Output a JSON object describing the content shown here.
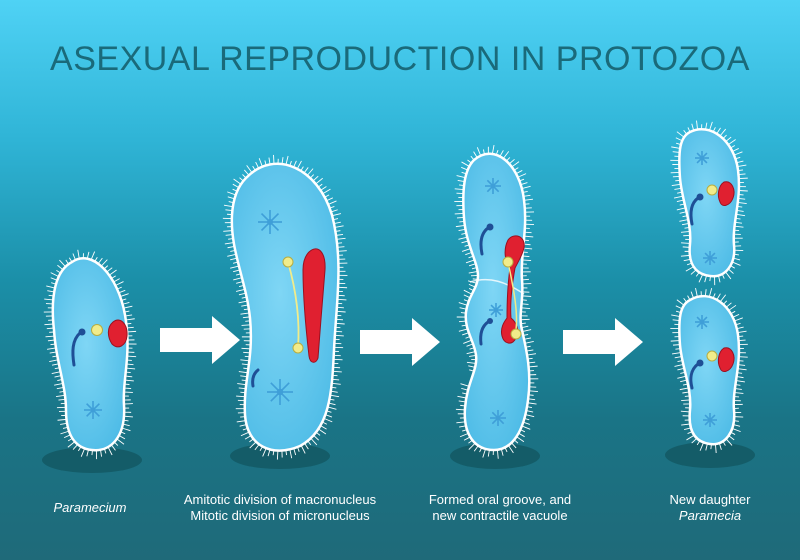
{
  "title": "ASEXUAL REPRODUCTION IN PROTOZOA",
  "captions": {
    "stage1": "Paramecium",
    "stage2_line1": "Amitotic division of macronucleus",
    "stage2_line2": "Mitotic division of micronucleus",
    "stage3_line1": "Formed oral groove, and",
    "stage3_line2": "new contractile vacuole",
    "stage4_line1": "New daughter",
    "stage4_line2": "Paramecia"
  },
  "colors": {
    "cell_fill": "#5fc5ee",
    "cell_stroke": "#ffffff",
    "macronucleus": "#e02030",
    "micronucleus": "#f1ec8a",
    "oral_groove": "#1f4f96",
    "contractile_vacuole": "#3f9fd8",
    "shadow": "#145c68",
    "arrow": "#ffffff"
  }
}
